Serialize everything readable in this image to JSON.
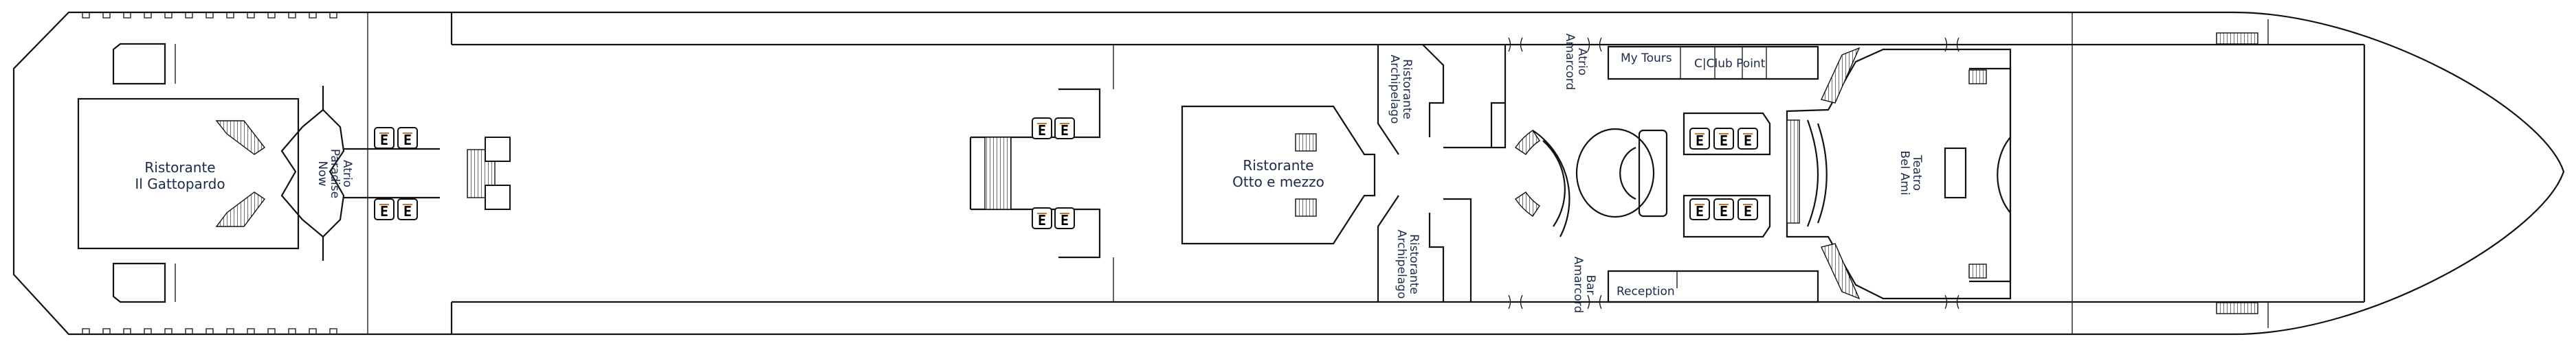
{
  "title": "Deck plan",
  "venues": {
    "gattopardo": {
      "line1": "Ristorante",
      "line2": "Il Gattopardo"
    },
    "paradise": {
      "line1": "Atrio",
      "line2": "Paradise",
      "line3": "Now"
    },
    "otto": {
      "line1": "Ristorante",
      "line2": "Otto e mezzo"
    },
    "archipelago_top": {
      "line1": "Ristorante",
      "line2": "Archipelago"
    },
    "archipelago_bottom": {
      "line1": "Ristorante",
      "line2": "Archipelago"
    },
    "atrio_amarcord": {
      "line1": "Atrio",
      "line2": "Amarcord"
    },
    "bar_amarcord": {
      "line1": "Bar",
      "line2": "Amarcord"
    },
    "my_tours": "My Tours",
    "club_point": "C|Club Point",
    "reception": "Reception",
    "teatro": {
      "line1": "Teatro",
      "line2": "Bel Ami"
    }
  },
  "elevator_glyph": "E",
  "icons": {
    "elevator": "elevator-icon",
    "stairs": "stairs-icon",
    "door": "door-icon"
  },
  "colors": {
    "label": "#1c2a48",
    "wall": "#111111",
    "elevator_accent": "#c8742a"
  }
}
